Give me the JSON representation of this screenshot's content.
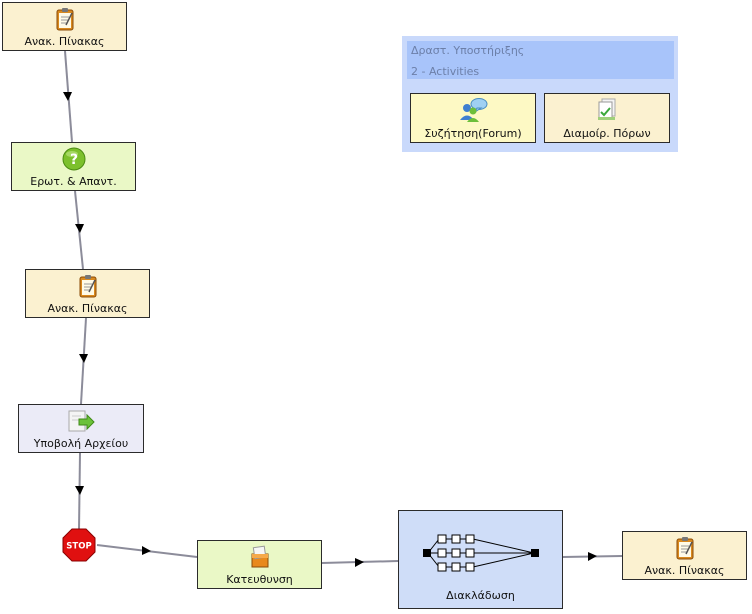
{
  "nodes": {
    "notice1": "Ανακ. Πίνακας",
    "qa": "Ερωτ. & Απαντ.",
    "notice2": "Ανακ. Πίνακας",
    "submit": "Υποβολή Αρχείου",
    "stop": "STOP",
    "gate": "Κατευθυνση",
    "branch": "Διακλάδωση",
    "notice3": "Ανακ. Πίνακας"
  },
  "support": {
    "title": "Δραστ. Υποστήριξης",
    "count": "2 - Activities",
    "items": [
      "Συζήτηση(Forum)",
      "Διαμοίρ. Πόρων"
    ]
  },
  "colors": {
    "edge": "#8c8c9a",
    "arrow": "#000000",
    "notice_fill": "#fbf1d0",
    "qa_fill": "#eaf8c6",
    "submit_fill": "#ebebf7",
    "branch_fill": "#cfddf8",
    "support_fill": "#c9d9fb",
    "stop_red": "#e01010"
  }
}
